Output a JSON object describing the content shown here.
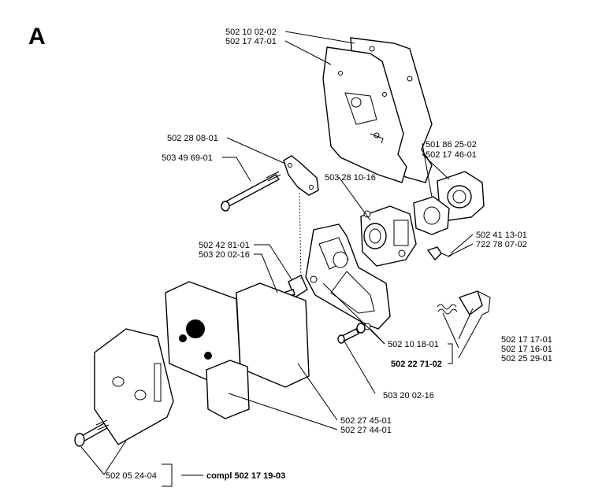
{
  "section_letter": "A",
  "labels": {
    "p1": "502 10 02-02",
    "p2": "502 17 47-01",
    "p3": "502 28 08-01",
    "p4": "503 49 69-01",
    "p5": "503 28 10-16",
    "p6": "501 86 25-02",
    "p7": "502 17 46-01",
    "p8": "502 41 13-01",
    "p9": "722 78 07-02",
    "p10": "502 42 81-01",
    "p11": "503 20 02-16",
    "p12": "502 10 18-01",
    "p13": "502 22 71-02",
    "p14": "502 17 17-01",
    "p15": "502 17 16-01",
    "p16": "502 25 29-01",
    "p17": "503 20 02-16",
    "p18": "502 27 45-01",
    "p19": "502 27 44-01",
    "p20": "502 05 24-04",
    "p21": "compl 502 17 19-03"
  },
  "icons": [
    "parts-diagram"
  ]
}
